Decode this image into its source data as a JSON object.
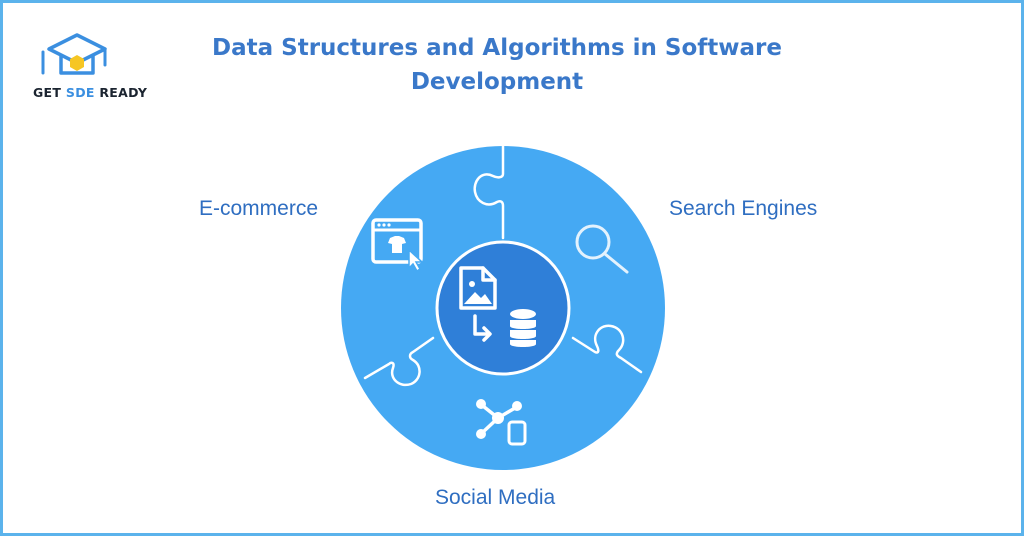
{
  "logo": {
    "text_main": "GET ",
    "text_accent": "SDE",
    "text_tail": " READY"
  },
  "title": "Data Structures and Algorithms in Software Development",
  "segments": {
    "ecommerce": "E-commerce",
    "search": "Search Engines",
    "social": "Social Media"
  },
  "colors": {
    "circle": "#45a9f3",
    "center": "#2f7fd8",
    "border": "#5bb3ec",
    "title": "#3a78c9",
    "label": "#2f6ec1"
  },
  "icons": {
    "center": "image-to-database-icon",
    "ecommerce": "online-shop-icon",
    "search": "magnifier-icon",
    "social": "network-share-icon"
  }
}
